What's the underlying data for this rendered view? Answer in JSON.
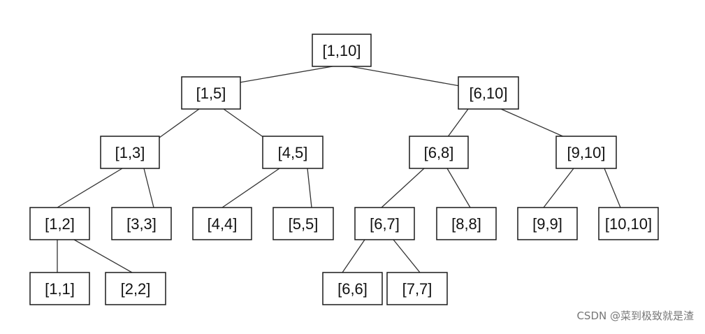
{
  "diagram": {
    "nodes": [
      {
        "id": "n1_10",
        "label": "[1,10]"
      },
      {
        "id": "n1_5",
        "label": "[1,5]"
      },
      {
        "id": "n6_10",
        "label": "[6,10]"
      },
      {
        "id": "n1_3",
        "label": "[1,3]"
      },
      {
        "id": "n4_5",
        "label": "[4,5]"
      },
      {
        "id": "n6_8",
        "label": "[6,8]"
      },
      {
        "id": "n9_10",
        "label": "[9,10]"
      },
      {
        "id": "n1_2",
        "label": "[1,2]"
      },
      {
        "id": "n3_3",
        "label": "[3,3]"
      },
      {
        "id": "n4_4",
        "label": "[4,4]"
      },
      {
        "id": "n5_5",
        "label": "[5,5]"
      },
      {
        "id": "n6_7",
        "label": "[6,7]"
      },
      {
        "id": "n8_8",
        "label": "[8,8]"
      },
      {
        "id": "n9_9",
        "label": "[9,9]"
      },
      {
        "id": "n10_10",
        "label": "[10,10]"
      },
      {
        "id": "n1_1",
        "label": "[1,1]"
      },
      {
        "id": "n2_2",
        "label": "[2,2]"
      },
      {
        "id": "n6_6",
        "label": "[6,6]"
      },
      {
        "id": "n7_7",
        "label": "[7,7]"
      }
    ],
    "edges": [
      {
        "from": "n1_10",
        "to": "n1_5"
      },
      {
        "from": "n1_10",
        "to": "n6_10"
      },
      {
        "from": "n1_5",
        "to": "n1_3"
      },
      {
        "from": "n1_5",
        "to": "n4_5"
      },
      {
        "from": "n6_10",
        "to": "n6_8"
      },
      {
        "from": "n6_10",
        "to": "n9_10"
      },
      {
        "from": "n1_3",
        "to": "n1_2"
      },
      {
        "from": "n1_3",
        "to": "n3_3"
      },
      {
        "from": "n4_5",
        "to": "n4_4"
      },
      {
        "from": "n4_5",
        "to": "n5_5"
      },
      {
        "from": "n6_8",
        "to": "n6_7"
      },
      {
        "from": "n6_8",
        "to": "n8_8"
      },
      {
        "from": "n9_10",
        "to": "n9_9"
      },
      {
        "from": "n9_10",
        "to": "n10_10"
      },
      {
        "from": "n1_2",
        "to": "n1_1"
      },
      {
        "from": "n1_2",
        "to": "n2_2"
      },
      {
        "from": "n6_7",
        "to": "n6_6"
      },
      {
        "from": "n6_7",
        "to": "n7_7"
      }
    ]
  },
  "watermark": "CSDN @菜到极致就是渣"
}
